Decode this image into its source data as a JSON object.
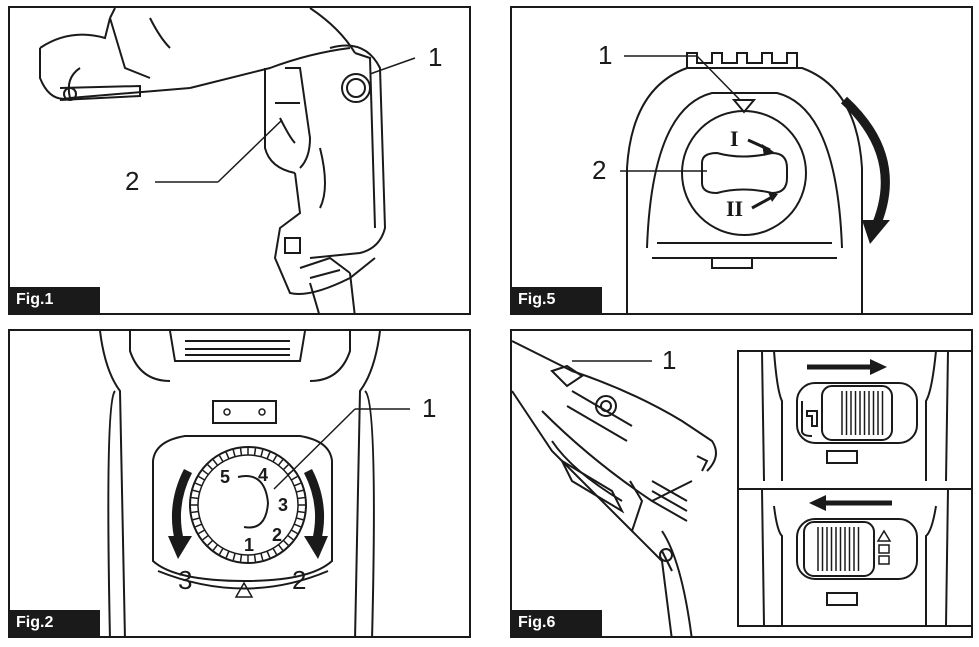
{
  "figures": [
    {
      "label": "Fig.1",
      "callouts": [
        "1",
        "2"
      ]
    },
    {
      "label": "Fig.5",
      "callouts": [
        "1",
        "2"
      ],
      "modes": [
        "I",
        "II"
      ]
    },
    {
      "label": "Fig.2",
      "callouts": [
        "1"
      ],
      "dial_numbers": [
        "1",
        "2",
        "3",
        "4",
        "5"
      ],
      "arrow_labels": [
        "3",
        "2"
      ]
    },
    {
      "label": "Fig.6",
      "callouts": [
        "1"
      ]
    }
  ]
}
